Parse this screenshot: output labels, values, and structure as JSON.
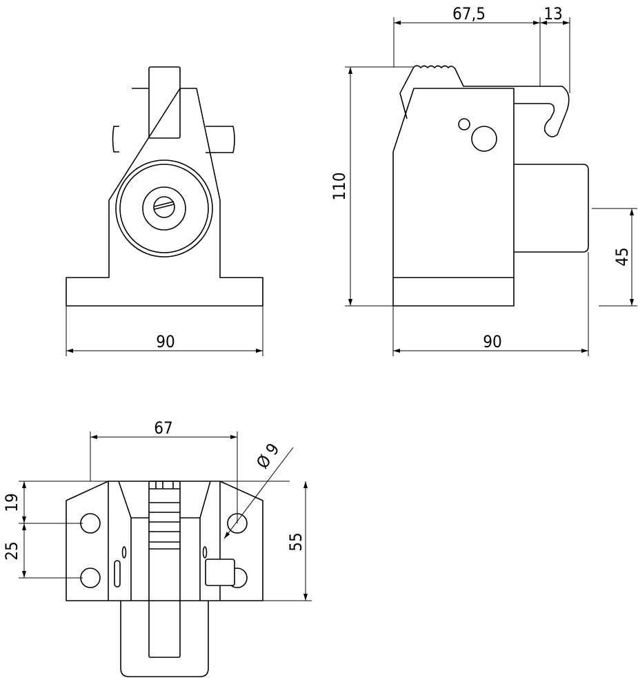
{
  "title": "Clamp technical drawing",
  "front_view": {
    "width_label": "90"
  },
  "side_view": {
    "lever_reach_label": "67,5",
    "hook_label": "13",
    "height_label": "110",
    "block_height_label": "45",
    "width_label": "90"
  },
  "top_view": {
    "hole_spacing_label": "67",
    "hole_diameter_label": "Ø 9",
    "hole_offset_label": "19",
    "hole_pitch_label": "25",
    "depth_label": "55"
  },
  "colors": {
    "line": "#000000",
    "background": "#ffffff"
  }
}
